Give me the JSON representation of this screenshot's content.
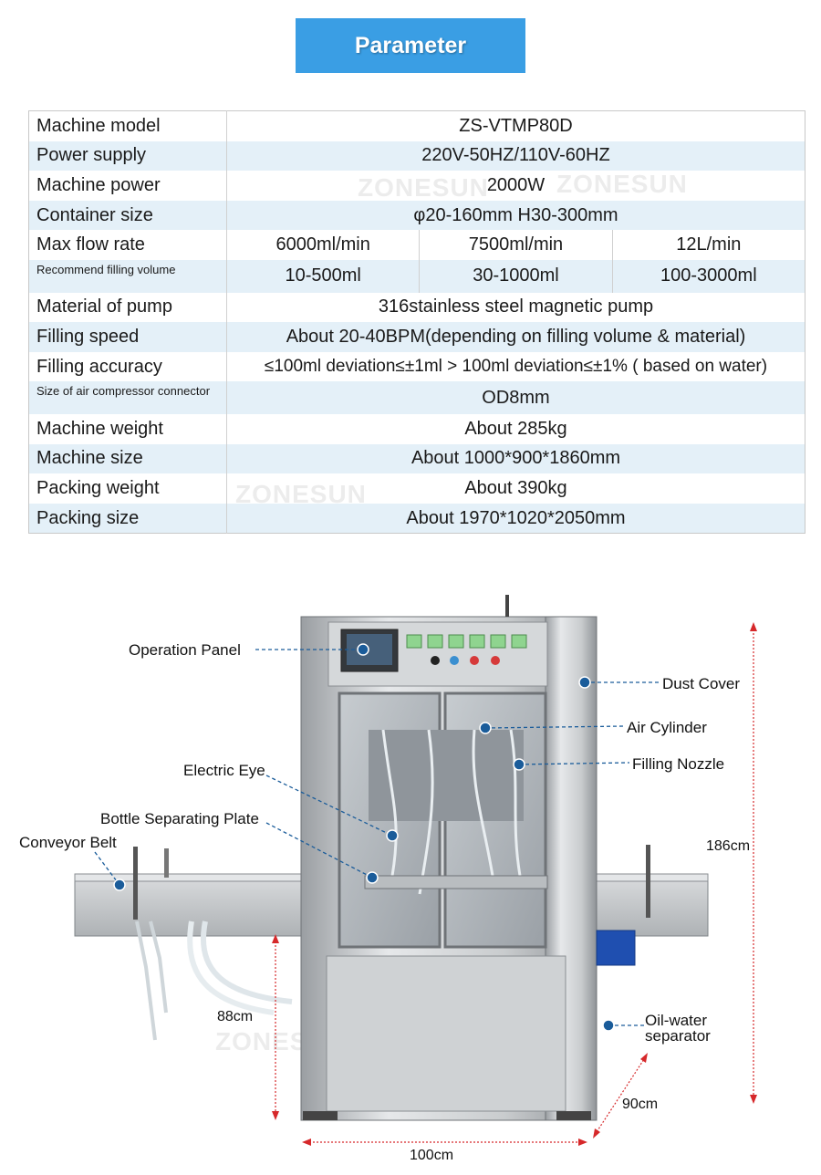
{
  "title": "Parameter",
  "specs": {
    "rows": [
      {
        "label": "Machine model",
        "value": "ZS-VTMP80D"
      },
      {
        "label": "Power supply",
        "value": "220V-50HZ/110V-60HZ"
      },
      {
        "label": "Machine power",
        "value": "2000W"
      },
      {
        "label": "Container size",
        "value": "φ20-160mm H30-300mm"
      },
      {
        "label": "Max flow rate",
        "values": [
          "6000ml/min",
          "7500ml/min",
          "12L/min"
        ]
      },
      {
        "label": "Recommend filling volume",
        "values": [
          "10-500ml",
          "30-1000ml",
          "100-3000ml"
        ]
      },
      {
        "label": "Material of pump",
        "value": "316stainless steel magnetic pump"
      },
      {
        "label": "Filling speed",
        "value": "About 20-40BPM(depending on filling volume & material)"
      },
      {
        "label": "Filling accuracy",
        "value": "≤100ml deviation≤±1ml > 100ml deviation≤±1% ( based on water)"
      },
      {
        "label": "Size of air compressor connector",
        "value": "OD8mm"
      },
      {
        "label": "Machine weight",
        "value": "About 285kg"
      },
      {
        "label": "Machine size",
        "value": "About 1000*900*1860mm"
      },
      {
        "label": "Packing weight",
        "value": "About 390kg"
      },
      {
        "label": "Packing size",
        "value": "About 1970*1020*2050mm"
      }
    ]
  },
  "watermark": "ZONESUN",
  "callouts": {
    "operation_panel": "Operation Panel",
    "dust_cover": "Dust Cover",
    "air_cylinder": "Air Cylinder",
    "filling_nozzle": "Filling Nozzle",
    "electric_eye": "Electric Eye",
    "bottle_separating_plate": "Bottle Separating Plate",
    "conveyor_belt": "Conveyor Belt",
    "oil_water_separator_1": "Oil-water",
    "oil_water_separator_2": "separator"
  },
  "dimensions": {
    "height": "186cm",
    "conveyor_height": "88cm",
    "depth": "90cm",
    "width": "100cm"
  },
  "colors": {
    "banner": "#3a9ee4",
    "row_alt": "#e4f0f8",
    "leader": "#1a5c9a"
  }
}
